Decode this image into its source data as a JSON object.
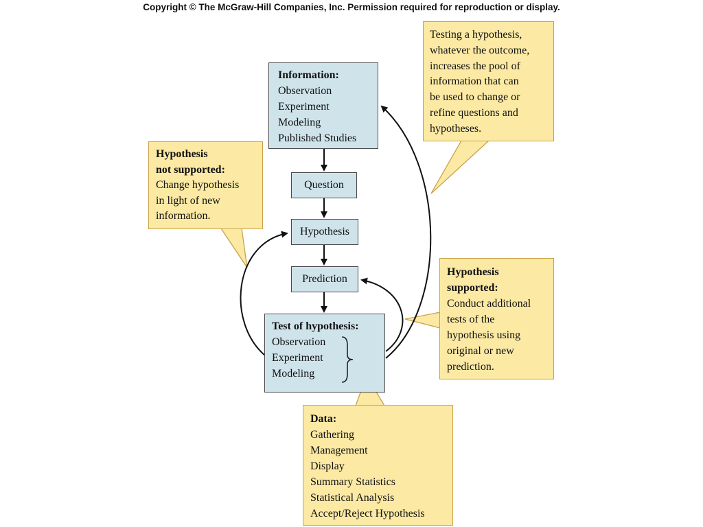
{
  "copyright": "Copyright © The McGraw-Hill Companies, Inc. Permission required for reproduction or display.",
  "information": {
    "title": "Information:",
    "items": [
      "Observation",
      "Experiment",
      "Modeling",
      "Published Studies"
    ]
  },
  "question": "Question",
  "hypothesis": "Hypothesis",
  "prediction": "Prediction",
  "test": {
    "title": "Test of hypothesis:",
    "items": [
      "Observation",
      "Experiment",
      "Modeling"
    ]
  },
  "not_supported": {
    "title_lines": [
      "Hypothesis",
      "not supported:"
    ],
    "body_lines": [
      "Change hypothesis",
      "in light of new",
      "information."
    ]
  },
  "supported": {
    "title_lines": [
      "Hypothesis",
      "supported:"
    ],
    "body_lines": [
      "Conduct additional",
      "tests of the",
      "hypothesis using",
      "original or new",
      "prediction."
    ]
  },
  "testing_note": {
    "lines": [
      "Testing a hypothesis,",
      "whatever the outcome,",
      "increases the pool of",
      "information that can",
      "be used to change or",
      "refine questions and",
      "hypotheses."
    ]
  },
  "data": {
    "title": "Data:",
    "items": [
      "Gathering",
      "Management",
      "Display",
      "Summary Statistics",
      "Statistical Analysis",
      "Accept/Reject Hypothesis"
    ]
  }
}
